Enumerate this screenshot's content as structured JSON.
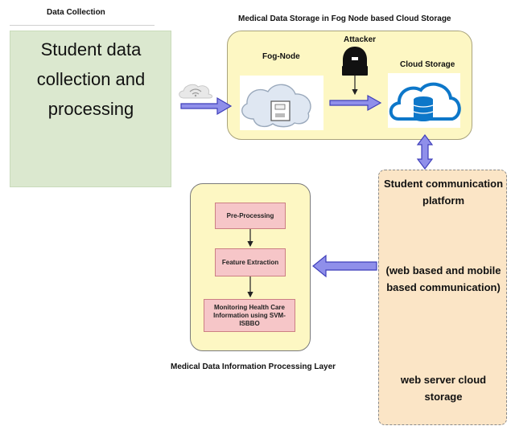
{
  "header": {
    "data_collection": "Data Collection",
    "cloud_section_title": "Medical Data Storage in Fog Node based Cloud Storage"
  },
  "student_data": {
    "text": "Student data collection and processing"
  },
  "fog_cloud": {
    "fog_node": "Fog-Node",
    "attacker": "Attacker",
    "cloud_storage": "Cloud Storage"
  },
  "processing": {
    "steps": [
      "Pre-Processing",
      "Feature Extraction",
      "Monitoring Health Care\nInformation using SVM-ISBBO"
    ],
    "layer_title": "Medical Data Information Processing Layer"
  },
  "student_platform": {
    "title": "Student communication platform",
    "subtitle": "(web based and mobile based communication)",
    "storage": "web server cloud storage"
  },
  "colors": {
    "arrow": "#8f8fea",
    "arrow_outline": "#3f3fbb",
    "green_box": "#dbe8cf",
    "yellow_panel": "#fdf7c3",
    "pink_step": "#f6c6c8",
    "orange_box": "#fbe5c6"
  }
}
